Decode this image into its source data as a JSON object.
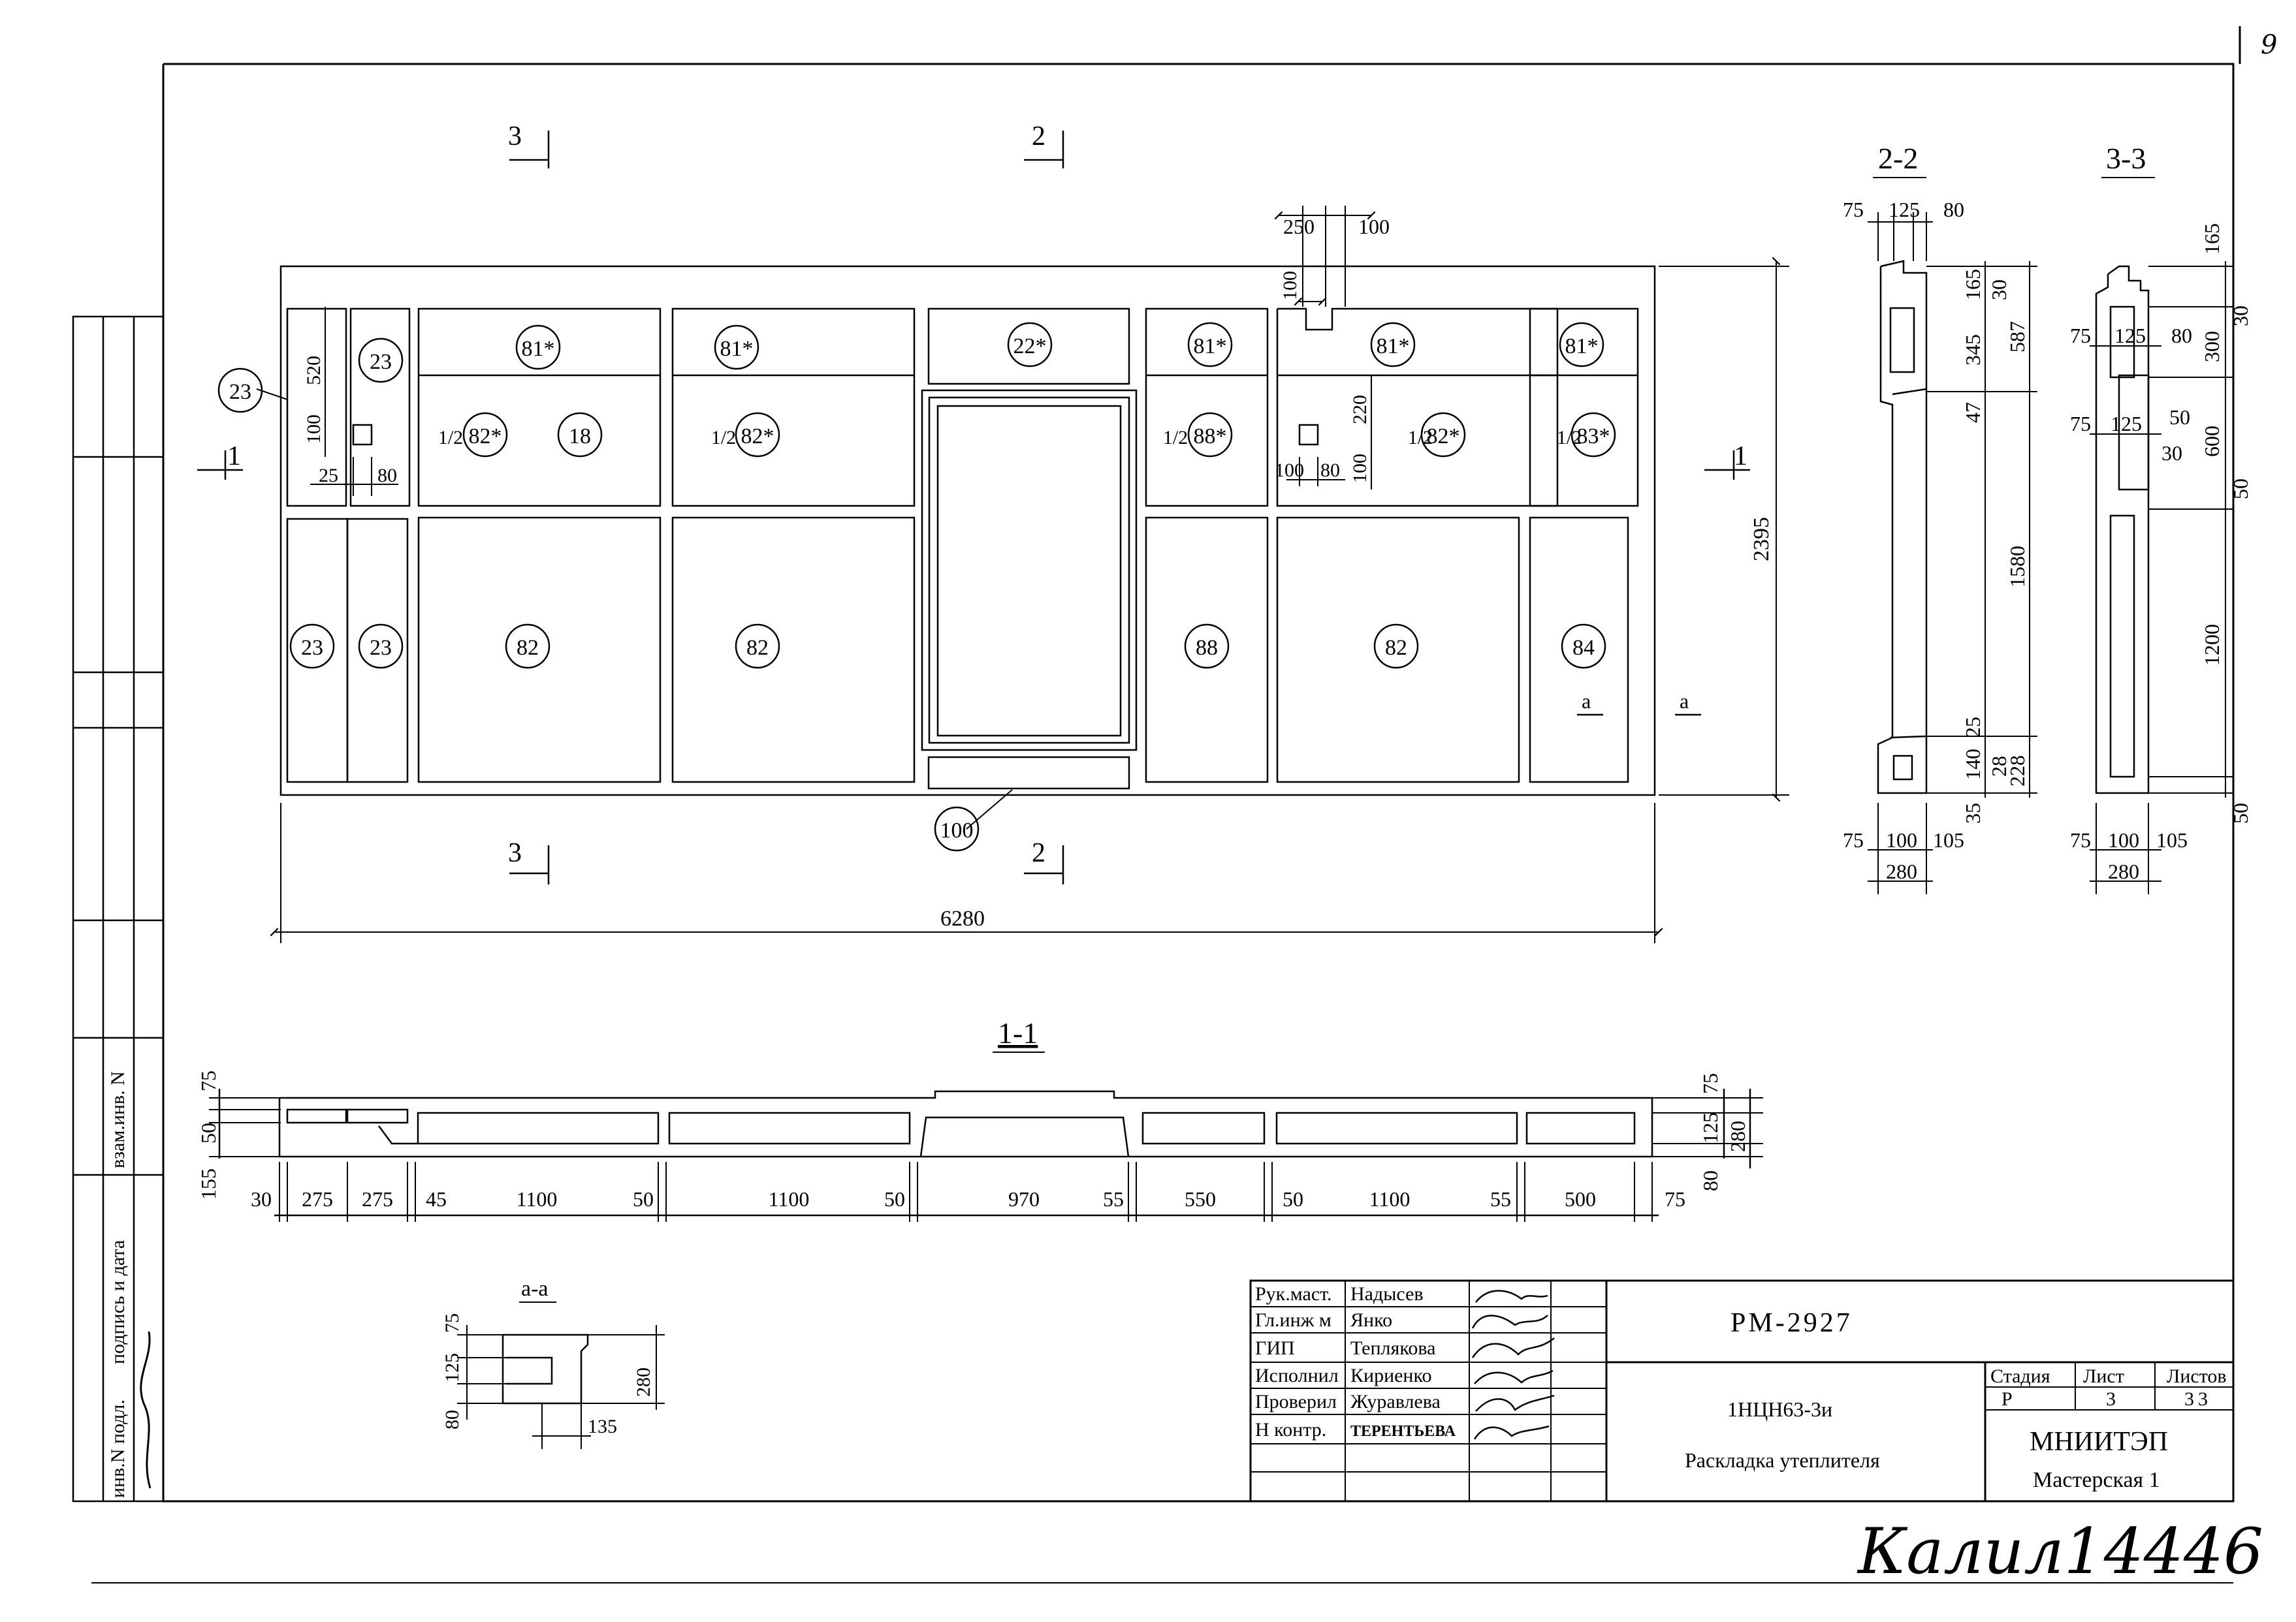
{
  "sheet": {
    "sheet_no": "9",
    "archive_stamp": "Калил14446",
    "title_block": {
      "code": "РМ-2927",
      "product": "1НЦН63-3и",
      "drawing_title": "Раскладка утеплителя",
      "organization": "МНИИТЭП",
      "workshop": "Мастерская 1",
      "headers": {
        "stage": "Стадия",
        "sheet": "Лист",
        "sheets": "Листов"
      },
      "values": {
        "stage": "Р",
        "sheet": "3",
        "sheets": "33"
      },
      "people": [
        {
          "role": "Рук.маст.",
          "name": "Надысев"
        },
        {
          "role": "Гл.инж м",
          "name": "Янко"
        },
        {
          "role": "ГИП",
          "name": "Теплякова"
        },
        {
          "role": "Исполнил",
          "name": "Кириенко"
        },
        {
          "role": "Проверил",
          "name": "Журавлева"
        },
        {
          "role": "Н контр.",
          "name": "ТЕРЕНТЬЕВА"
        }
      ]
    },
    "side_stamp": {
      "vzam": "взам.инв. N",
      "podpis": "подпись и дата",
      "inv": "инв.N подл."
    }
  },
  "elevation": {
    "section_marks": [
      "3",
      "2",
      "3",
      "2",
      "1",
      "1"
    ],
    "mark_a": [
      "а",
      "а"
    ],
    "overall_width": "6280",
    "overall_height": "2395",
    "top_dims": [
      "250",
      "100",
      "100"
    ],
    "left_dims": [
      "520",
      "100",
      "25",
      "80"
    ],
    "opening_dims": [
      "220",
      "100",
      "100",
      "80"
    ],
    "upper_panels": [
      "81*",
      "81*",
      "22*",
      "81*",
      "81*",
      "81*"
    ],
    "middle_panels": [
      {
        "frac": "1/2",
        "pos": "82*"
      },
      {
        "frac": "1/2",
        "pos": "82*"
      },
      {
        "frac": "1/2",
        "pos": "88*"
      },
      {
        "frac": "1/2",
        "pos": "82*"
      },
      {
        "frac": "1/2",
        "pos": "83*"
      }
    ],
    "extra_labels": [
      "18",
      "23",
      "23",
      "100"
    ],
    "lower_panels": [
      "23",
      "23",
      "82",
      "82",
      "88",
      "82",
      "84"
    ]
  },
  "section_1_1": {
    "title": "1-1",
    "bottom_dims": [
      "30",
      "275",
      "275",
      "45",
      "1100",
      "50",
      "1100",
      "50",
      "970",
      "55",
      "550",
      "50",
      "1100",
      "55",
      "500",
      "75"
    ],
    "left_dims": [
      "75",
      "50",
      "155"
    ],
    "right_dims": [
      "75",
      "125",
      "280",
      "80"
    ]
  },
  "section_2_2": {
    "title": "2-2",
    "top_dims": [
      "75",
      "125",
      "80"
    ],
    "right_dims": [
      "165",
      "30",
      "587",
      "345",
      "47",
      "1580",
      "25",
      "140",
      "28",
      "228",
      "35"
    ],
    "bottom_dims": [
      "75",
      "100",
      "105",
      "280"
    ]
  },
  "section_3_3": {
    "title": "3-3",
    "dims_a": [
      "75",
      "125",
      "80"
    ],
    "dims_b": [
      "75",
      "125",
      "50",
      "30"
    ],
    "right_dims": [
      "165",
      "30",
      "300",
      "600",
      "50",
      "1200",
      "50"
    ],
    "bottom_dims": [
      "75",
      "100",
      "105",
      "280"
    ]
  },
  "detail_a_a": {
    "title": "а-а",
    "dims": [
      "75",
      "125",
      "80",
      "280",
      "135"
    ]
  }
}
